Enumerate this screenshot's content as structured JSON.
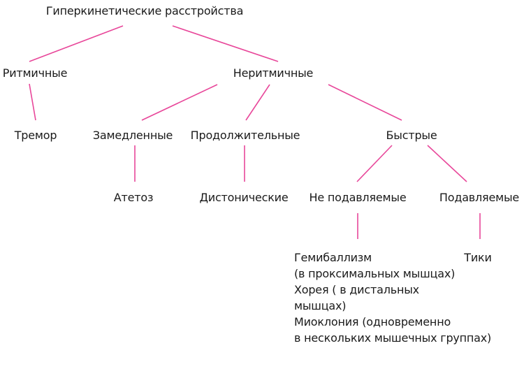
{
  "nodes": {
    "root": "Гиперкинетические расстройства",
    "rhythmic": "Ритмичные",
    "nonrhythmic": "Неритмичные",
    "tremor": "Тремор",
    "slow": "Замедленные",
    "prolonged": "Продолжительные",
    "fast": "Быстрые",
    "athetosis": "Атетоз",
    "dystonic": "Дистонические",
    "non_suppressible": "Не подавляемые",
    "suppressible": "Подавляемые",
    "tics": "Тики",
    "list": [
      "Гемибаллизм",
      "(в проксимальных мышцах)",
      "Хорея ( в дистальных",
      "мышцах)",
      "Миоклония (одновременно",
      "в нескольких мышечных группах)"
    ]
  },
  "colors": {
    "connector": "#e8479a",
    "text": "#1a1a1a"
  }
}
